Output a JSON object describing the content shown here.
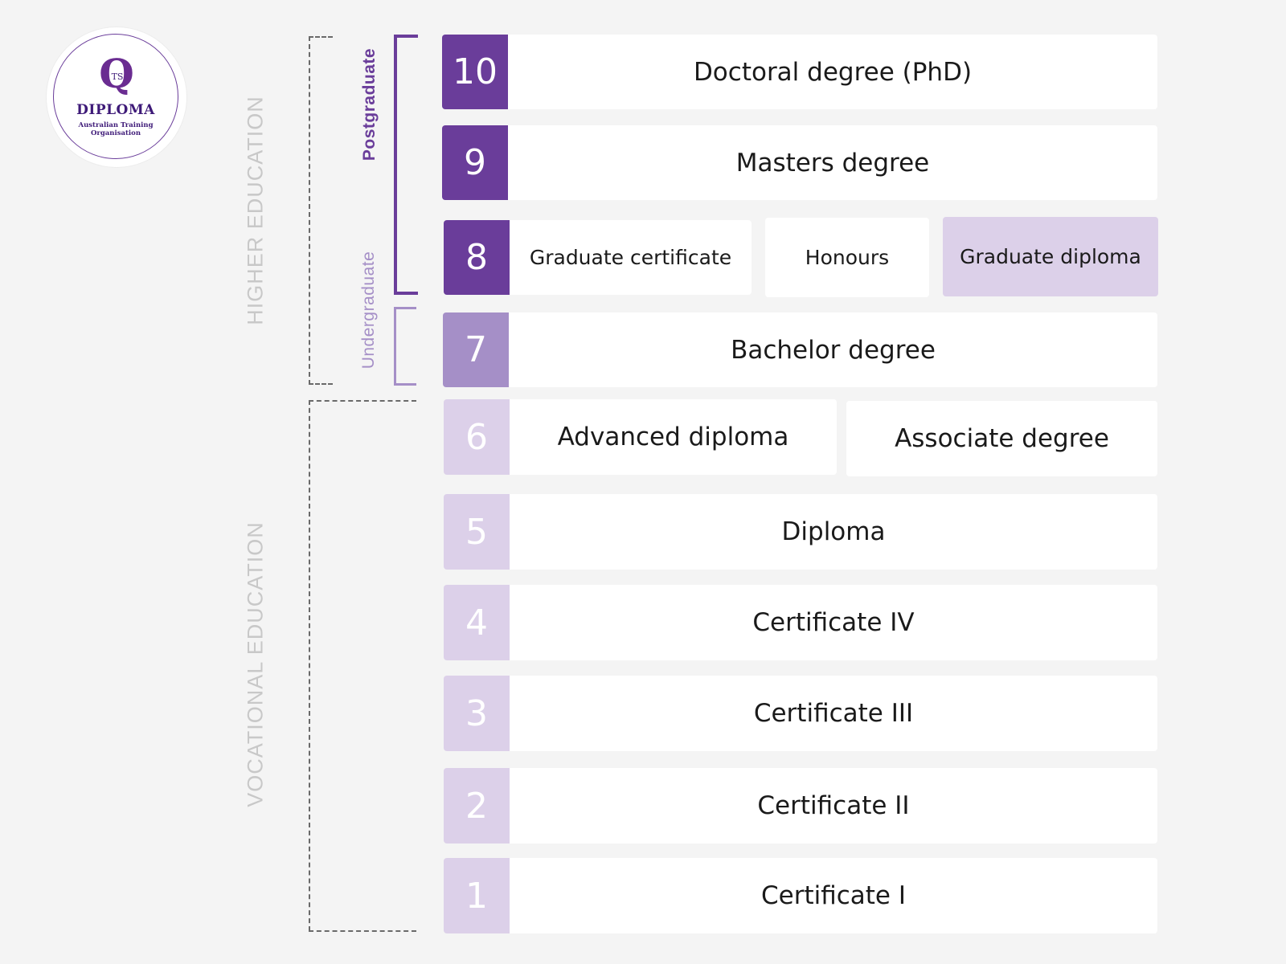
{
  "logo": {
    "mark": "Q",
    "mark_sub": "TS",
    "name": "DIPLOMA",
    "tagline": "Australian Training Organisation"
  },
  "sections": {
    "higher": "HIGHER EDUCATION",
    "vocational": "VOCATIONAL EDUCATION"
  },
  "groups": {
    "postgraduate": "Postgraduate",
    "undergraduate": "Undergraduate"
  },
  "colors": {
    "dark": "#6a3d9a",
    "medium": "#a58fc7",
    "light": "#dcd0e9",
    "card": "#ffffff",
    "background": "#f4f4f4"
  },
  "levels": {
    "l10": {
      "number": "10",
      "label": "Doctoral degree (PhD)"
    },
    "l9": {
      "number": "9",
      "label": "Masters degree"
    },
    "l8": {
      "number": "8",
      "items": [
        "Graduate certificate",
        "Honours",
        "Graduate diploma"
      ]
    },
    "l7": {
      "number": "7",
      "label": "Bachelor degree"
    },
    "l6": {
      "number": "6",
      "items": [
        "Advanced diploma",
        "Associate degree"
      ]
    },
    "l5": {
      "number": "5",
      "label": "Diploma"
    },
    "l4": {
      "number": "4",
      "label": "Certificate IV"
    },
    "l3": {
      "number": "3",
      "label": "Certificate III"
    },
    "l2": {
      "number": "2",
      "label": "Certificate II"
    },
    "l1": {
      "number": "1",
      "label": "Certificate I"
    }
  }
}
